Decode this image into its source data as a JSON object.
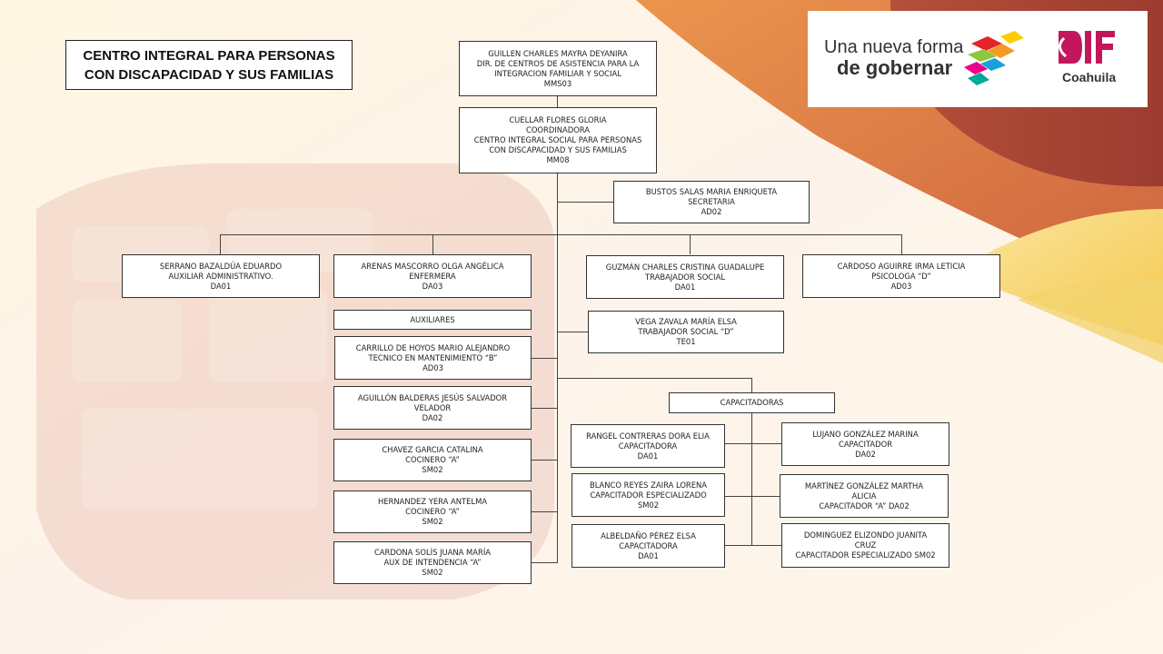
{
  "title": {
    "line1": "CENTRO INTEGRAL PARA PERSONAS",
    "line2": "CON DISCAPACIDAD Y SUS FAMILIAS"
  },
  "logos": {
    "left_line1": "Una nueva forma",
    "left_line2": "de gobernar",
    "right_main": "DIF",
    "right_sub": "Coahuila",
    "colors": {
      "pink": "#d1166b",
      "orange": "#f08a24",
      "dark": "#333333"
    }
  },
  "nodes": {
    "director": [
      "GUILLEN CHARLES MAYRA DEYANIRA",
      "DIR. DE CENTROS DE ASISTENCIA PARA LA",
      "INTEGRACION FAMILIAR Y SOCIAL",
      "MMS03"
    ],
    "coordinator": [
      "CUELLAR FLORES GLORIA",
      "COORDINADORA",
      "CENTRO INTEGRAL SOCIAL PARA PERSONAS",
      "CON DISCAPACIDAD Y SUS FAMILIAS",
      "MM08"
    ],
    "secretary": [
      "BUSTOS SALAS MARIA ENRIQUETA",
      "SECRETARIA",
      "AD02"
    ],
    "serrano": [
      "SERRANO BAZALDÚA EDUARDO",
      "AUXILIAR ADMINISTRATIVO.",
      "DA01"
    ],
    "arenas": [
      "ARENAS MASCORRO OLGA ANGÉLICA",
      "ENFERMERA",
      "DA03"
    ],
    "guzman": [
      "GUZMÁN CHARLES CRISTINA GUADALUPE",
      "TRABAJADOR SOCIAL",
      "DA01"
    ],
    "cardoso": [
      "CARDOSO AGUIRRE IRMA LETICIA",
      "PSICOLOGA “D”",
      "AD03"
    ],
    "auxiliares": [
      "AUXILIARES"
    ],
    "vega": [
      "VEGA ZAVALA MARÍA ELSA",
      "TRABAJADOR SOCIAL “D”",
      "TE01"
    ],
    "carrillo": [
      "CARRILLO DE HOYOS MARIO ALEJANDRO",
      "TECNICO EN MANTENIMIENTO “B”",
      "AD03"
    ],
    "aguillon": [
      "AGUILLÓN BALDERAS JESÚS SALVADOR",
      "VELADOR",
      "DA02"
    ],
    "capacitadoras": [
      "CAPACITADORAS"
    ],
    "chavez": [
      "CHAVEZ GARCIA CATALINA",
      "COCINERO “A”",
      "SM02"
    ],
    "hernandez": [
      "HERNANDEZ YERA ANTELMA",
      "COCINERO “A”",
      "SM02"
    ],
    "cardona": [
      "CARDONA SOLÍS JUANA MARÍA",
      "AUX DE INTENDENCIA “A”",
      "SM02"
    ],
    "rangel": [
      "RANGEL CONTRERAS DORA ELIA",
      "CAPACITADORA",
      "DA01"
    ],
    "blanco": [
      "BLANCO REYES ZAIRA LORENA",
      "CAPACITADOR ESPECIALIZADO",
      "SM02"
    ],
    "albeldano": [
      "ALBELDAÑO PÉREZ ELSA",
      "CAPACITADORA",
      "DA01"
    ],
    "lujano": [
      "LUJANO GONZÁLEZ MARINA",
      "CAPACITADOR",
      "DA02"
    ],
    "martinez": [
      "MARTÍNEZ GONZÁLEZ MARTHA",
      "ALICIA",
      "CAPACITADOR “A” DA02"
    ],
    "dominguez": [
      "DOMINGUEZ ELIZONDO JUANITA",
      "CRUZ",
      "CAPACITADOR ESPECIALIZADO SM02"
    ]
  }
}
